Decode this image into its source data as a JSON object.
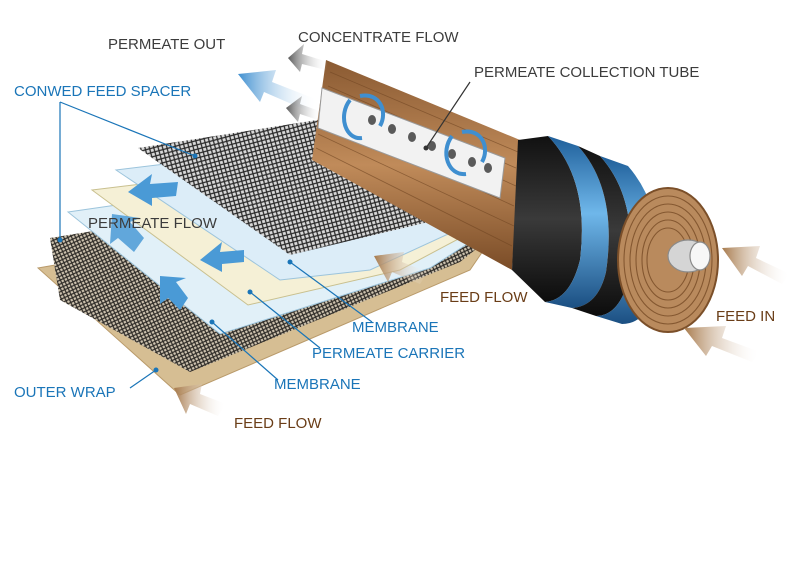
{
  "diagram": {
    "labels": {
      "permeate_out": "PERMEATE OUT",
      "concentrate_flow": "CONCENTRATE FLOW",
      "permeate_collection_tube": "PERMEATE COLLECTION TUBE",
      "conwed_feed_spacer": "CONWED FEED SPACER",
      "permeate_flow": "PERMEATE FLOW",
      "feed_flow_right": "FEED FLOW",
      "feed_in": "FEED IN",
      "membrane_top": "MEMBRANE",
      "permeate_carrier": "PERMEATE CARRIER",
      "membrane_bottom": "MEMBRANE",
      "outer_wrap": "OUTER WRAP",
      "feed_flow_bottom": "FEED FLOW"
    },
    "colors": {
      "label_dark": "#3c3c3c",
      "label_blue": "#1a75b8",
      "label_brown": "#6a3d17",
      "wood": "#a9764a",
      "blue_band": "#3d8fce",
      "black_band": "#1c1c1c",
      "membrane": "#dbeef8",
      "permeate_carrier": "#f4f0d8",
      "outer_wrap": "#cfb58c",
      "arrow_blue": "#4a9ad6",
      "arrow_brown": "#b48a5e"
    }
  }
}
